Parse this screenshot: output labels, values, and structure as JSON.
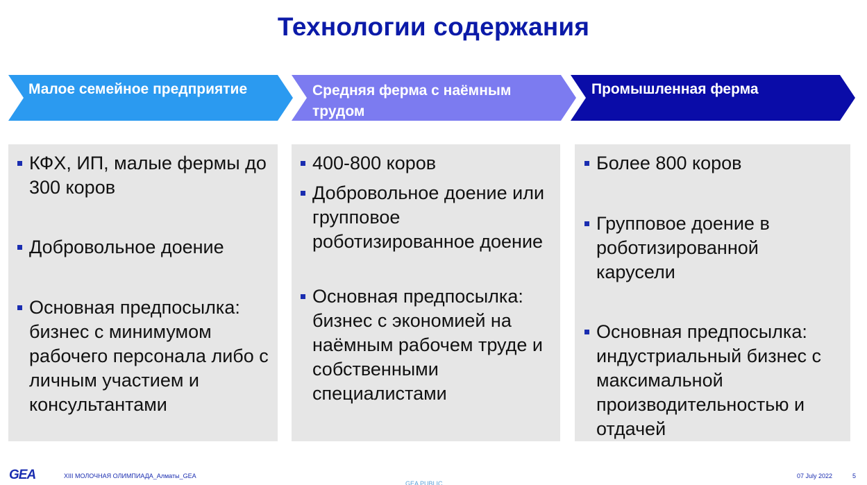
{
  "slide": {
    "title": "Технологии содержания"
  },
  "columns": [
    {
      "header": "Малое семейное предприятие",
      "bullets": [
        "КФХ, ИП, малые фермы до 300 коров",
        "Добровольное доение",
        "Основная предпосылка: бизнес с минимумом рабочего персонала либо с личным участием и консультантами"
      ]
    },
    {
      "header": "Средняя ферма с наёмным трудом",
      "bullets": [
        "400-800 коров",
        "Добровольное доение или групповое роботизированное доение",
        "Основная предпосылка: бизнес с экономией на наёмным рабочем труде и собственными специалистами"
      ]
    },
    {
      "header": "Промышленная ферма",
      "bullets": [
        "Более 800 коров",
        "Групповое доение в роботизированной карусели",
        "Основная предпосылка: индустриальный бизнес с максимальной производительностью и отдачей"
      ]
    }
  ],
  "colors": {
    "title": "#0b1aa8",
    "chevron_1": "#2b9af0",
    "chevron_2": "#7c7bf0",
    "chevron_3": "#0a0ca8",
    "panel": "#e6e6e6",
    "bullet": "#1a2db0"
  },
  "footer": {
    "logo": "GEA",
    "event": "XIII МОЛОЧНАЯ ОЛИМПИАДА_Алматы_GEA",
    "date": "07 July 2022",
    "page": "5",
    "classification": "GEA PUBLIC"
  }
}
